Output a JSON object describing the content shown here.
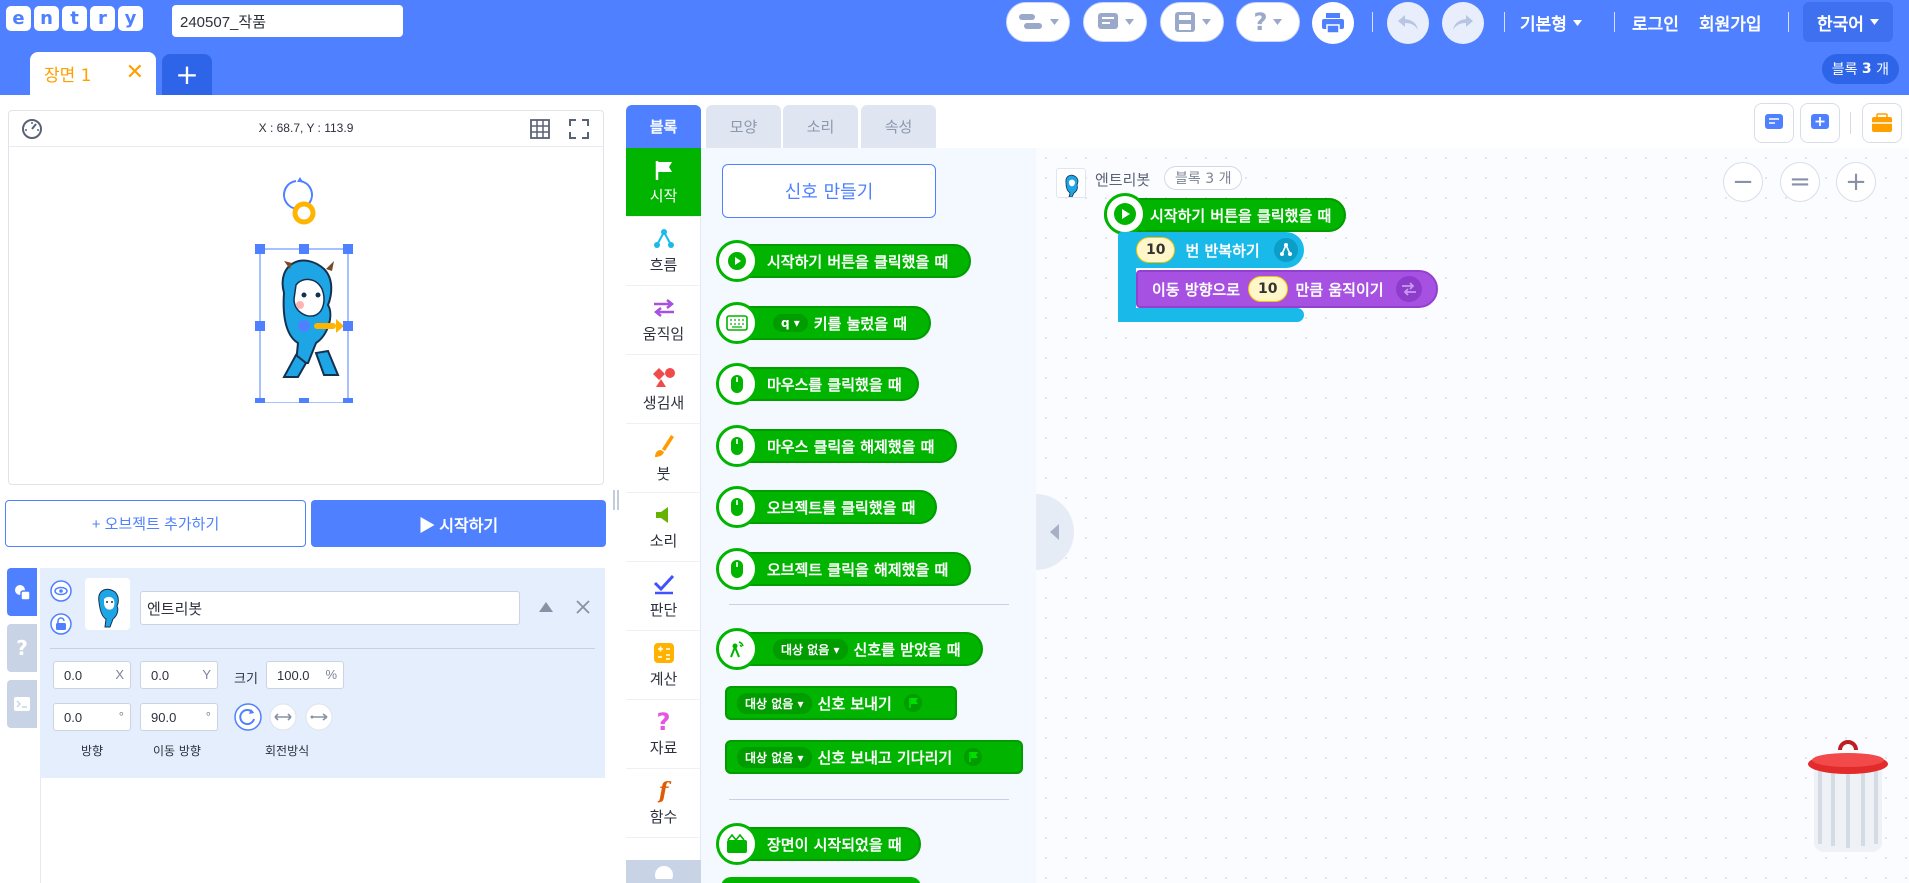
{
  "app": {
    "logo_letters": [
      "e",
      "n",
      "t",
      "r",
      "y"
    ],
    "project_title": "240507_작품"
  },
  "header": {
    "mode_label": "기본형",
    "login_label": "로그인",
    "signup_label": "회원가입",
    "language_label": "한국어",
    "icons": [
      "board-icon",
      "comment-icon",
      "save-icon",
      "help-icon",
      "print-icon",
      "undo-icon",
      "redo-icon"
    ]
  },
  "scenes": {
    "tab_label": "장면 1",
    "close_glyph": "✕",
    "add_glyph": "+"
  },
  "block_count": {
    "prefix": "블록",
    "count": "3",
    "suffix": "개"
  },
  "stage": {
    "coords": "X : 68.7, Y : 113.9"
  },
  "buttons": {
    "add_object": "+ 오브젝트 추가하기",
    "start": "▶ 시작하기"
  },
  "object": {
    "name": "엔트리봇",
    "fields": {
      "x": "0.0",
      "x_unit": "X",
      "y": "0.0",
      "y_unit": "Y",
      "size_label": "크기",
      "size": "100.0",
      "size_unit": "%",
      "direction": "0.0",
      "direction_unit": "°",
      "move_direction": "90.0",
      "move_unit": "°"
    },
    "labels": {
      "direction": "방향",
      "move_direction": "이동 방향",
      "rotation": "회전방식"
    },
    "side_help_glyph": "?"
  },
  "workspace_tabs": {
    "blocks": "블록",
    "shape": "모양",
    "sound": "소리",
    "props": "속성"
  },
  "categories": [
    {
      "label": "시작",
      "icon": "flag-icon",
      "color": "#00b400"
    },
    {
      "label": "흐름",
      "icon": "flow-icon",
      "color": "#19baea"
    },
    {
      "label": "움직임",
      "icon": "move-icon",
      "color": "#a751e3"
    },
    {
      "label": "생김새",
      "icon": "looks-icon",
      "color": "#ef4b4b"
    },
    {
      "label": "붓",
      "icon": "brush-icon",
      "color": "#ff9b00"
    },
    {
      "label": "소리",
      "icon": "sound-icon",
      "color": "#67b100"
    },
    {
      "label": "판단",
      "icon": "judge-icon",
      "color": "#4252ff"
    },
    {
      "label": "계산",
      "icon": "calc-icon",
      "color": "#ffb200"
    },
    {
      "label": "자료",
      "icon": "data-icon",
      "color": "#e457dc"
    },
    {
      "label": "함수",
      "icon": "func-icon",
      "color": "#de5c04"
    }
  ],
  "palette": {
    "make_signal": "신호 만들기",
    "blocks": {
      "when_start": "시작하기 버튼을 클릭했을 때",
      "key_value": "q",
      "key_pressed": "키를 눌렀을 때",
      "mouse_click": "마우스를 클릭했을 때",
      "mouse_release": "마우스 클릭을 해제했을 때",
      "object_click": "오브젝트를 클릭했을 때",
      "object_release": "오브젝트 클릭을 해제했을 때",
      "signal_target": "대상 없음",
      "signal_received": "신호를 받았을 때",
      "signal_send": "신호 보내기",
      "signal_send_wait": "신호 보내고 기다리기",
      "scene_start": "장면이 시작되었을 때"
    }
  },
  "canvas": {
    "object_name": "엔트리봇",
    "object_blocks": "블록 3 개",
    "script": {
      "hat": "시작하기 버튼을 클릭했을 때",
      "repeat_count": "10",
      "repeat_label": "번 반복하기",
      "move_prefix": "이동 방향으로",
      "move_value": "10",
      "move_suffix": "만큼 움직이기"
    },
    "zoom": {
      "out": "−",
      "reset": "=",
      "in": "+"
    }
  }
}
